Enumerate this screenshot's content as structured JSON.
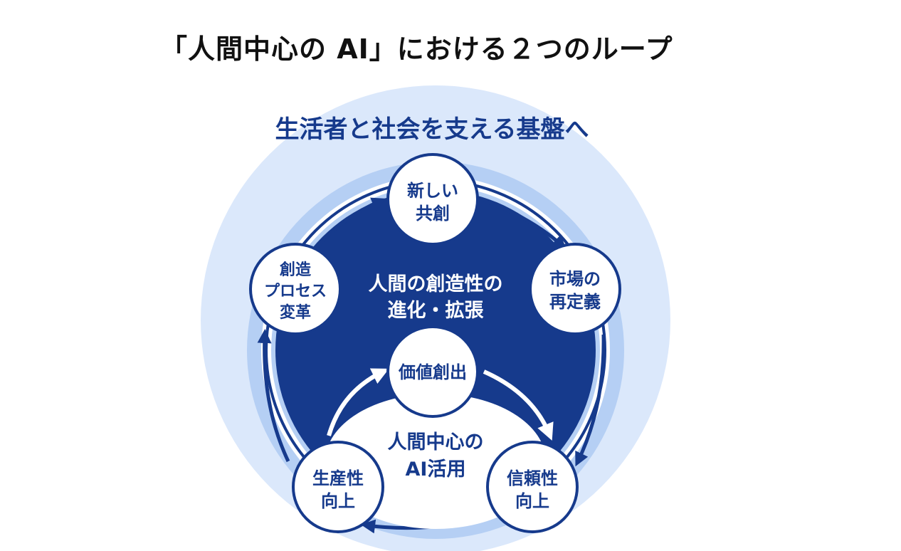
{
  "title": "「人間中心の AI」における２つのループ",
  "outer_caption": "生活者と社会を支える基盤へ",
  "outer_loop": {
    "center_lines": [
      "人間の創造性の",
      "進化・拡張"
    ],
    "nodes": [
      {
        "id": "co-creation",
        "lines": [
          "新しい",
          "共創"
        ]
      },
      {
        "id": "market",
        "lines": [
          "市場の",
          "再定義"
        ]
      },
      {
        "id": "process",
        "lines": [
          "創造",
          "プロセス",
          "変革"
        ]
      }
    ]
  },
  "inner_loop": {
    "center_lines": [
      "人間中心の",
      "AI活用"
    ],
    "nodes": [
      {
        "id": "value",
        "lines": [
          "価値創出"
        ]
      },
      {
        "id": "trust",
        "lines": [
          "信頼性",
          "向上"
        ]
      },
      {
        "id": "productivity",
        "lines": [
          "生産性",
          "向上"
        ]
      }
    ]
  },
  "colors": {
    "outer_halo": "#dbe8fb",
    "mid_ring": "#b5cff4",
    "core": "#163a8c",
    "inner_ellipse": "#ffffff",
    "node_fill": "#ffffff",
    "text_dark": "#163a8c",
    "text_light": "#ffffff"
  }
}
